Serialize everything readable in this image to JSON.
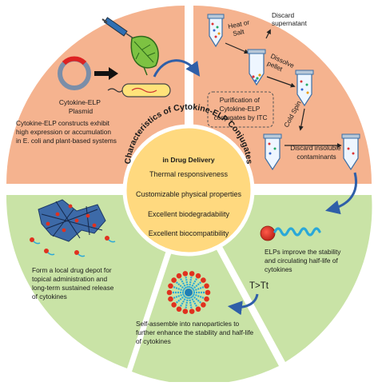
{
  "colors": {
    "top_quadrant": "#F5B38F",
    "bottom_quadrant": "#C9E3A6",
    "center_circle": "#FFD97F",
    "arrow_blue": "#2F5FA8",
    "outline": "#7a7a7a"
  },
  "center": {
    "title": "Characteristics of Cytokine-ELP Conjugates",
    "subtitle": "in Drug Delivery",
    "properties": [
      "Thermal responsiveness",
      "Customizable physical properties",
      "Excellent biodegradability",
      "Excellent biocompatibility"
    ]
  },
  "top_left": {
    "plasmid_label_line1": "Cytokine-ELP",
    "plasmid_label_line2": "Plasmid",
    "caption_lines": [
      "Cytokine-ELP constructs exhibit",
      "high expression or accumulation",
      "in E. coli and plant-based systems"
    ]
  },
  "top_right": {
    "heat_or_salt_line1": "Heat or",
    "heat_or_salt_line2": "Salt",
    "discard_supernatant_line1": "Discard",
    "discard_supernatant_line2": "supernatant",
    "dissolve_pellet_line1": "Dissolve",
    "dissolve_pellet_line2": "pellet",
    "purification_line1": "Purification of",
    "purification_line2": "Cytokine-ELP",
    "purification_line3": "conjugates by ITC",
    "cold_spin": "Cold Spin",
    "discard_insoluble_line1": "Discard insoluble",
    "discard_insoluble_line2": "contaminants"
  },
  "bottom_left": {
    "caption_lines": [
      "Form a local drug depot for",
      "topical administration and",
      "long-term sustained release",
      "of cytokines"
    ]
  },
  "bottom_middle": {
    "caption_lines": [
      "Self-assemble into nanoparticles to",
      "further enhance the stability and half-life",
      "of cytokines"
    ],
    "transition_label": "T>Tt"
  },
  "bottom_right": {
    "caption_lines": [
      "ELPs improve the stability",
      "and circulating half-life of",
      "cytokines"
    ]
  }
}
